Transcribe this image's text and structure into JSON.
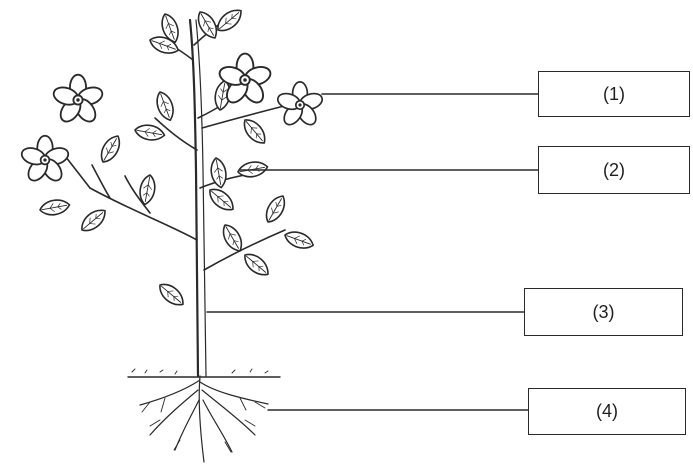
{
  "labels": [
    {
      "id": 1,
      "text": "(1)",
      "part": "flower"
    },
    {
      "id": 2,
      "text": "(2)",
      "part": "leaf"
    },
    {
      "id": 3,
      "text": "(3)",
      "part": "stem"
    },
    {
      "id": 4,
      "text": "(4)",
      "part": "root"
    }
  ],
  "colors": {
    "line": "#2a2a2a",
    "background": "#ffffff",
    "text": "#1e1e1e"
  }
}
